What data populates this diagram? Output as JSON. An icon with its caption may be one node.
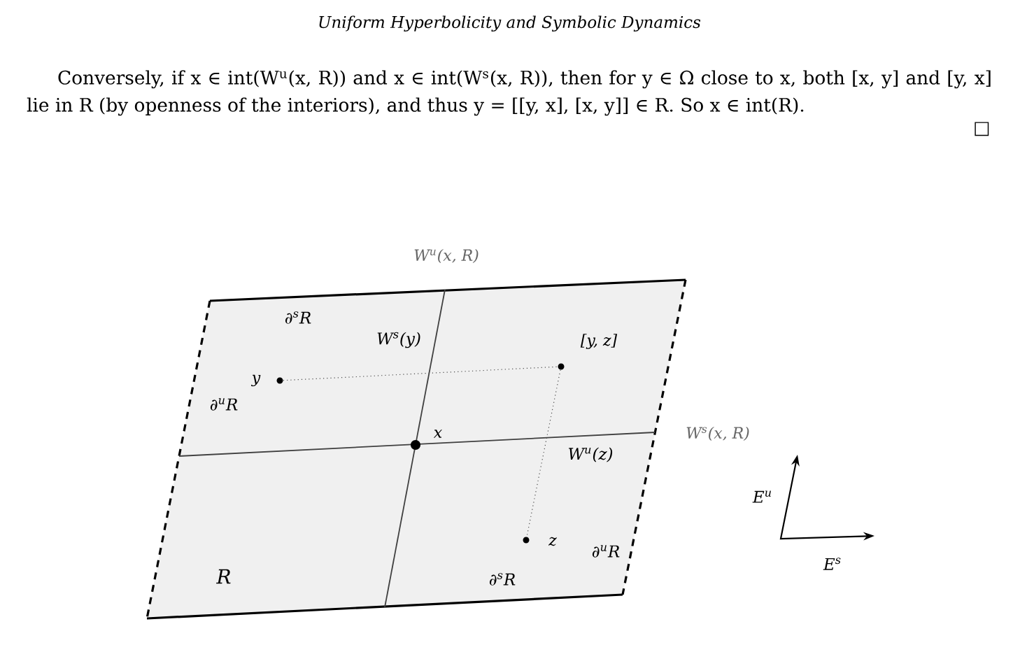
{
  "diagram": {
    "nodes": [
      {
        "text": [
          "R"
        ]
      },
      {
        "text": [],
        "shape": "circle",
        "beside": [
          "y"
        ],
        "in": 0
      },
      {
        "text": [],
        "shape": "circle",
        "beside": [
          "x"
        ],
        "in": 0
      },
      {
        "text": [],
        "shape": "circle",
        "beside": [
          "[y, z]"
        ],
        "in": 0
      },
      {
        "text": [],
        "shape": "circle",
        "beside": [
          "z"
        ],
        "in": 0
      }
    ],
    "edges": [
      {
        "from": 1,
        "to": 3,
        "arrow": "none",
        "style": "dashed"
      },
      {
        "from": 3,
        "to": 4,
        "arrow": "none",
        "style": "dashed"
      }
    ],
    "labels": [
      "Uniform Hyperbolicity and Symbolic Dynamics",
      "Conversely, if x ∈ int(W$^{u}$(x, R)) and x ∈ int(W$^{s}$(x, R)), then for y ∈ Ω close to x, both [x, y] and [y, x] lie in R (by openness of the interiors), and thus y = [[y, x], [x, y]] ∈ R. So x ∈ int(R).",
      "□",
      "W$^{u}$(x, R)",
      "∂$^{s}$R",
      "W$^{s}$(y)",
      "∂$^{u}$R",
      "W$^{s}$(x, R)",
      "W$^{u}$(z)",
      "∂$^{u}$R",
      "∂$^{s}$R",
      "E$^{u}$",
      "E$^{s}$"
    ]
  }
}
